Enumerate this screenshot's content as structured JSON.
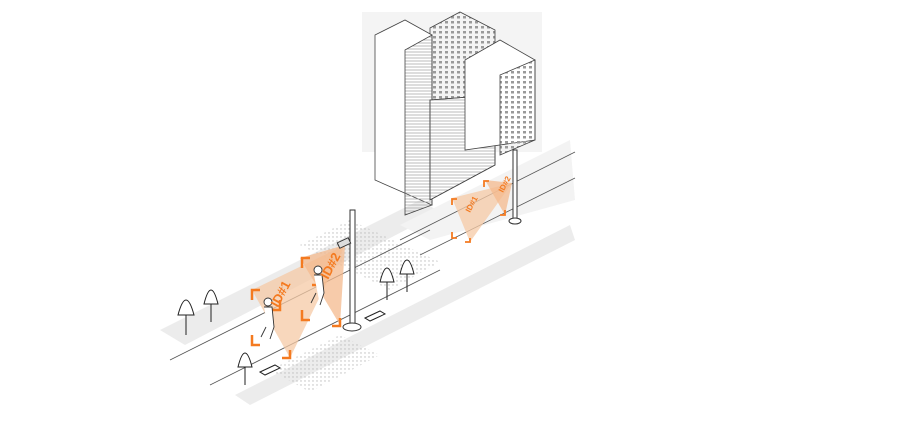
{
  "colors": {
    "accent": "#f47a20",
    "cone": "#f6c9a6",
    "ground": "#ececec",
    "line": "#444444"
  },
  "scene_near": {
    "tag1": "ID#1",
    "tag2": "ID#2"
  },
  "scene_far": {
    "tag1": "ID#1",
    "tag2": "ID#2"
  }
}
